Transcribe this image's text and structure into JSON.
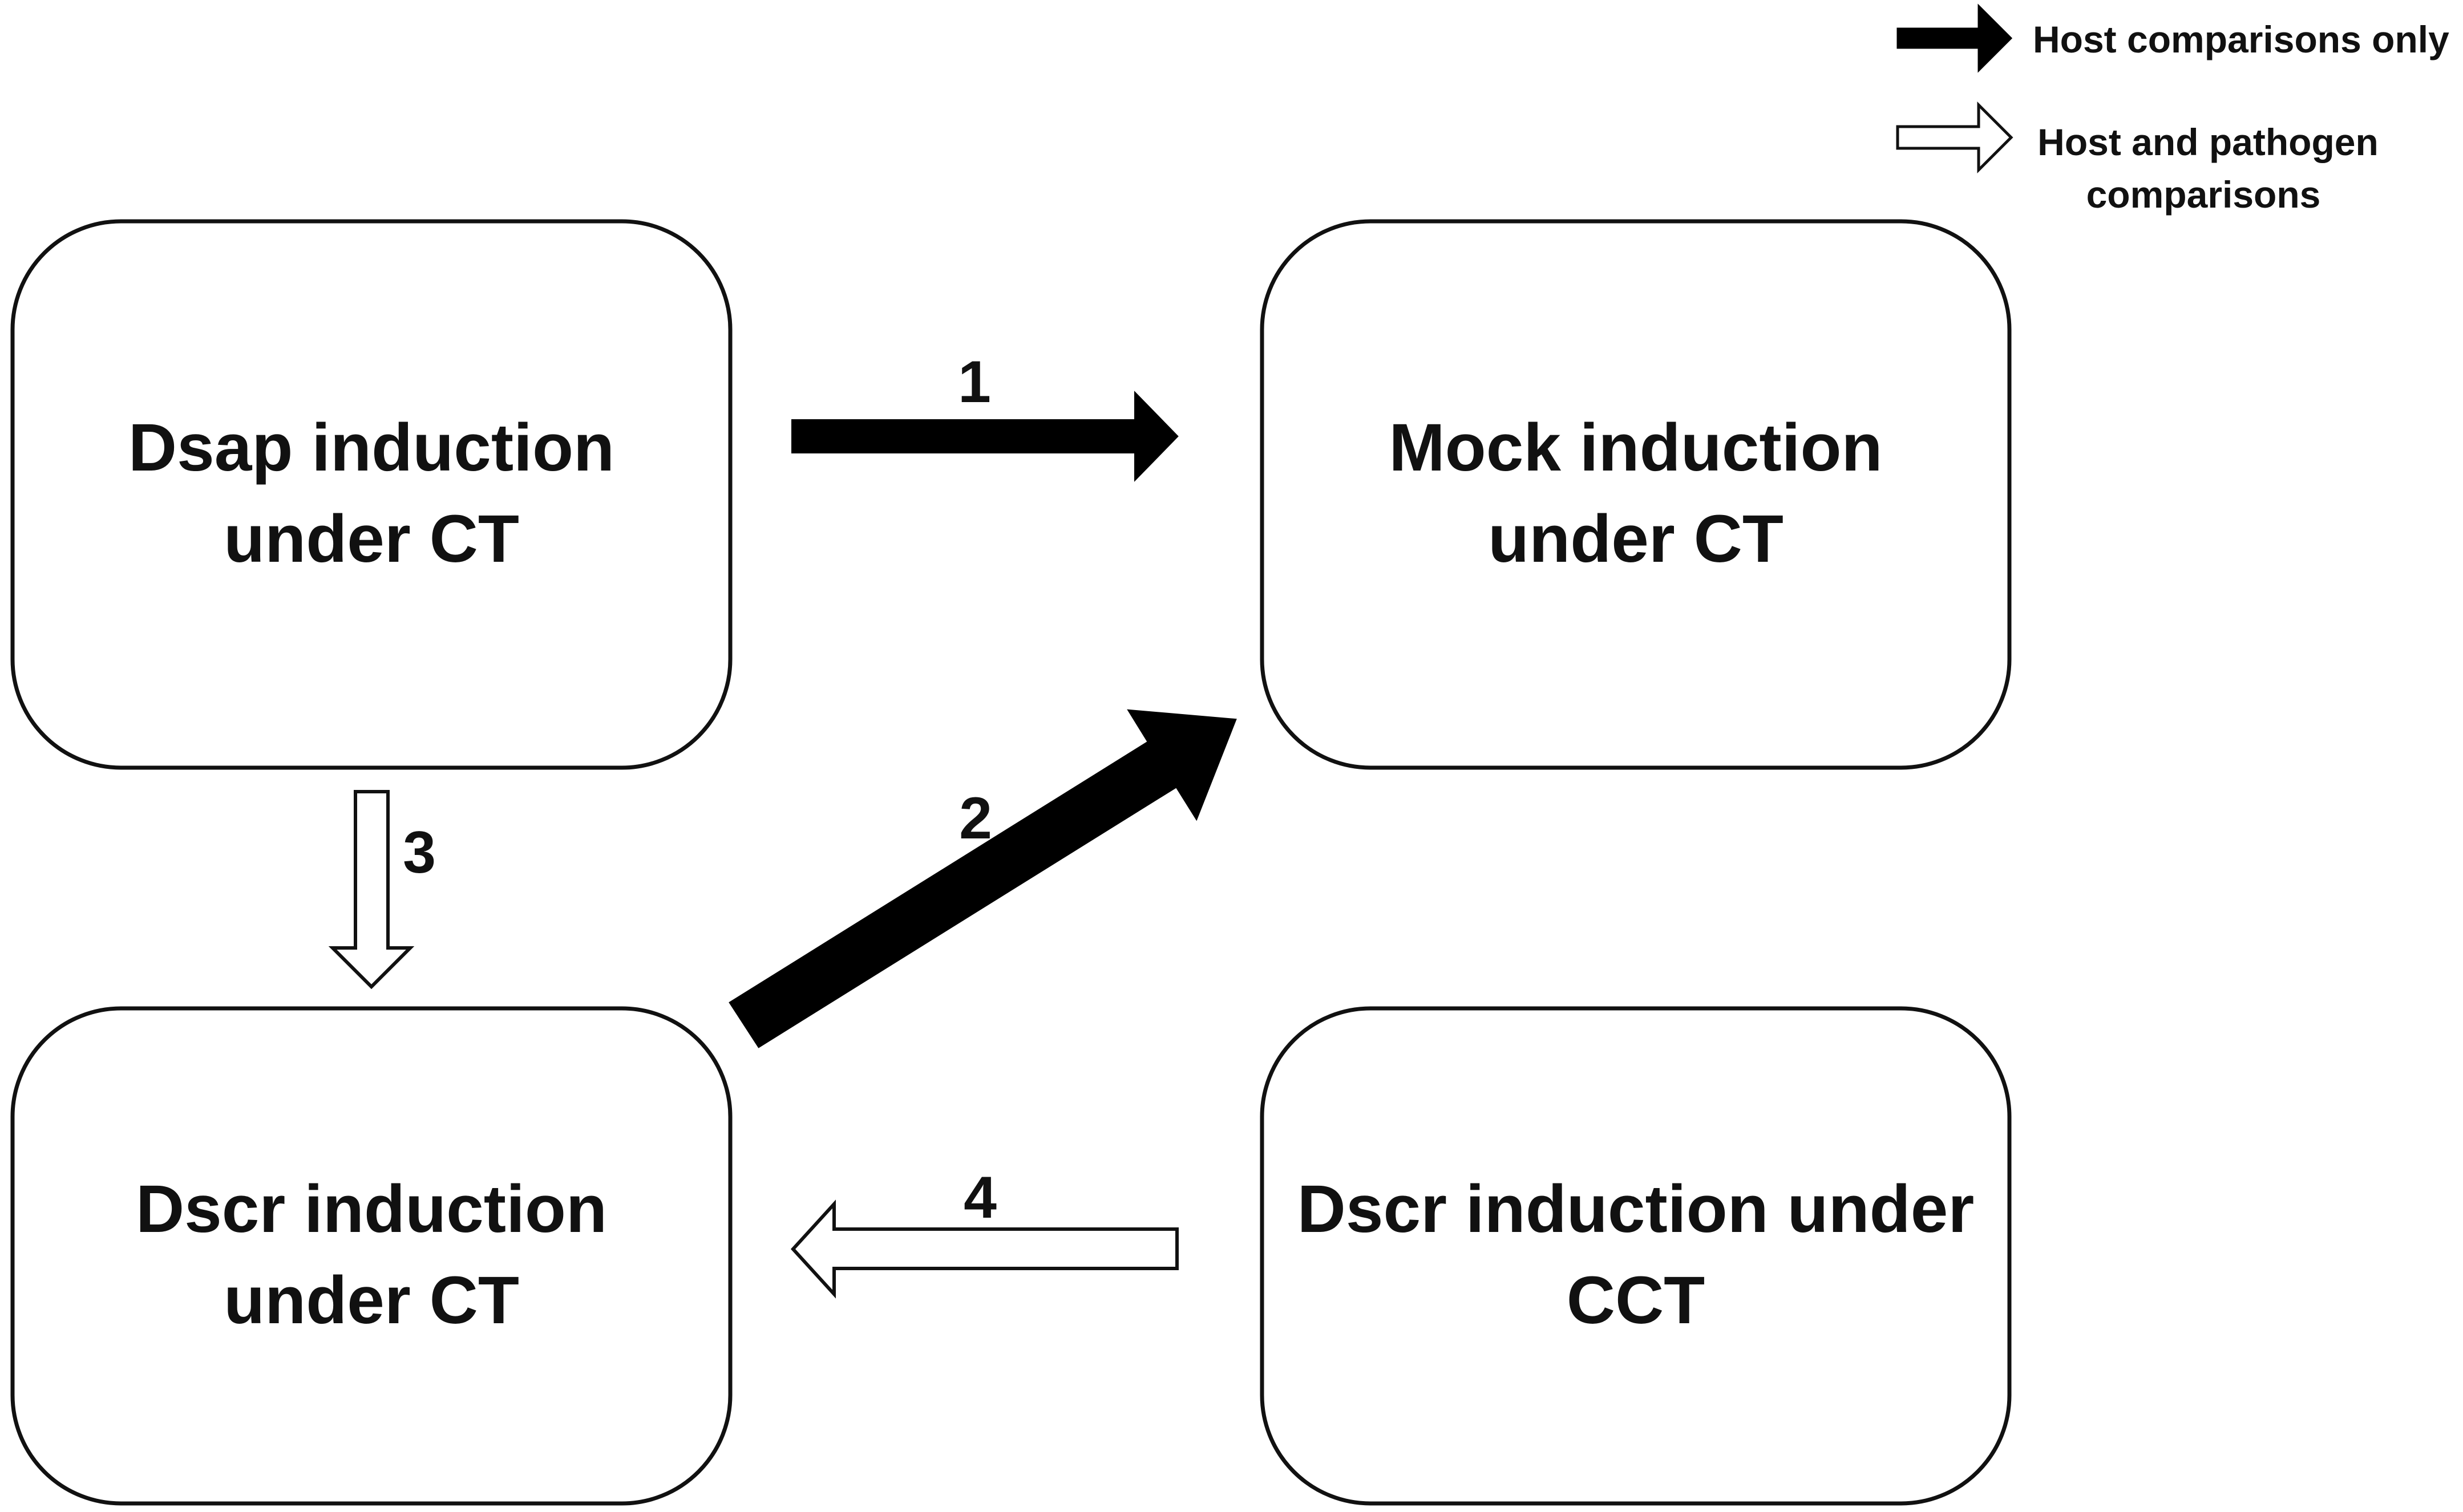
{
  "colors": {
    "stroke": "#111111",
    "filled_arrow": "#000000",
    "hollow_arrow": "#ffffff",
    "background": "#ffffff"
  },
  "legend": {
    "filled": {
      "label": "Host comparisons only",
      "icon": "filled-arrow-icon"
    },
    "hollow": {
      "label_line1": "Host and pathogen",
      "label_line2": "comparisons",
      "icon": "hollow-arrow-icon"
    }
  },
  "boxes": {
    "dsap_ct": {
      "line1": "Dsap induction",
      "line2": "under CT"
    },
    "mock_ct": {
      "line1": "Mock induction",
      "line2": "under CT"
    },
    "dscr_ct": {
      "line1": "Dscr induction",
      "line2": "under CT"
    },
    "dscr_cct": {
      "line1": "Dscr induction under",
      "line2": "CCT"
    }
  },
  "comparisons": [
    {
      "number": "1",
      "from": "dsap_ct",
      "to": "mock_ct",
      "kind": "host-only"
    },
    {
      "number": "2",
      "from": "dscr_ct",
      "to": "mock_ct",
      "kind": "host-only"
    },
    {
      "number": "3",
      "from": "dsap_ct",
      "to": "dscr_ct",
      "kind": "host-and-pathogen"
    },
    {
      "number": "4",
      "from": "dscr_cct",
      "to": "dscr_ct",
      "kind": "host-and-pathogen"
    }
  ]
}
